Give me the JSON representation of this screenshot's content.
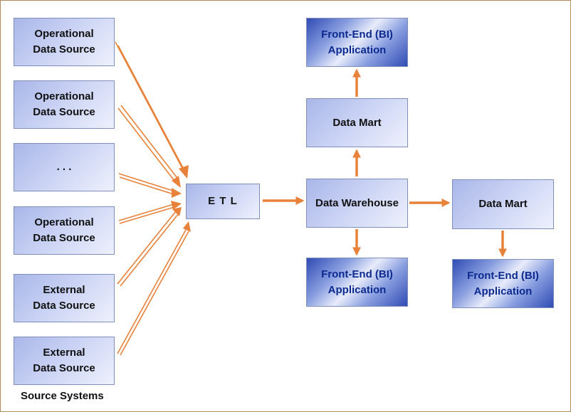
{
  "diagram": {
    "sources": [
      {
        "label": "Operational\nData Source"
      },
      {
        "label": "Operational\nData Source"
      },
      {
        "label": ". . ."
      },
      {
        "label": "Operational\nData Source"
      },
      {
        "label": "External\nData Source"
      },
      {
        "label": "External\nData Source"
      }
    ],
    "source_caption": "Source Systems",
    "etl": "E T L",
    "warehouse": "Data Warehouse",
    "mart_top": "Data Mart",
    "mart_right": "Data Mart",
    "bi_top": "Front-End (BI)\nApplication",
    "bi_bottom": "Front-End (BI)\nApplication",
    "bi_right": "Front-End (BI)\nApplication",
    "colors": {
      "arrow": "#e8823a",
      "box_light": "#c9d2f4",
      "box_dark": "#2f4cb4",
      "bi_text": "#0c2a8f"
    }
  }
}
